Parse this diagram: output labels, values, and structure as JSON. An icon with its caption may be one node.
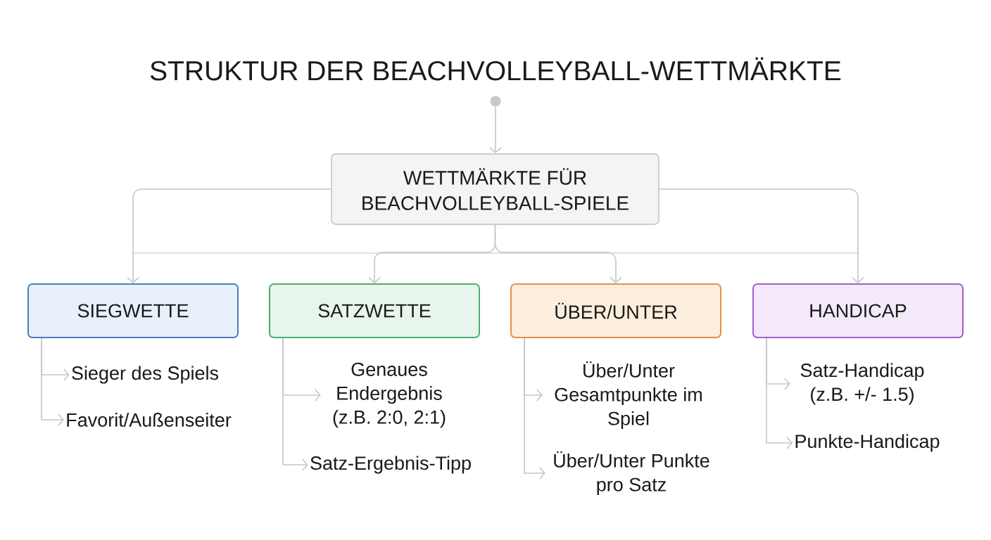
{
  "diagram": {
    "title": "STRUKTUR DER BEACHVOLLEYBALL-WETTMÄRKTE",
    "nodes": [
      {
        "text": [],
        "shape": "circle"
      },
      {
        "text": [
          "WETTMÄRKTE FÜR BEACHVOLLEYBALL-SPIELE"
        ]
      },
      {
        "text": [
          "SIEGWETTE"
        ]
      },
      {
        "text": [
          "SATZWETTE"
        ]
      },
      {
        "text": [
          "ÜBER/UNTER"
        ]
      },
      {
        "text": [
          "HANDICAP"
        ]
      },
      {
        "text": [
          "Sieger des Spiels"
        ]
      },
      {
        "text": [
          "Favorit/Außenseiter"
        ]
      },
      {
        "text": [
          "Genaues Endergebnis (z.B. 2:0, 2:1)"
        ]
      },
      {
        "text": [
          "Satz-Ergebnis-Tipp"
        ]
      },
      {
        "text": [
          "Über/Unter Gesamtpunkte im Spiel"
        ]
      },
      {
        "text": [
          "Über/Unter Punkte pro Satz"
        ]
      },
      {
        "text": [
          "Satz-Handicap (z.B. +/- 1.5)"
        ]
      },
      {
        "text": [
          "Punkte-Handicap"
        ]
      }
    ],
    "edges": [
      {
        "from": 0,
        "to": 1,
        "arrow": "to"
      },
      {
        "from": 1,
        "to": 2,
        "arrow": "to"
      },
      {
        "from": 1,
        "to": 3,
        "arrow": "to"
      },
      {
        "from": 1,
        "to": 4,
        "arrow": "to"
      },
      {
        "from": 1,
        "to": 5,
        "arrow": "to"
      },
      {
        "from": 2,
        "to": 6,
        "arrow": "to"
      },
      {
        "from": 2,
        "to": 7,
        "arrow": "to"
      },
      {
        "from": 3,
        "to": 8,
        "arrow": "to"
      },
      {
        "from": 3,
        "to": 9,
        "arrow": "to"
      },
      {
        "from": 4,
        "to": 10,
        "arrow": "to"
      },
      {
        "from": 4,
        "to": 11,
        "arrow": "to"
      },
      {
        "from": 5,
        "to": 12,
        "arrow": "to"
      },
      {
        "from": 5,
        "to": 13,
        "arrow": "to"
      }
    ]
  }
}
